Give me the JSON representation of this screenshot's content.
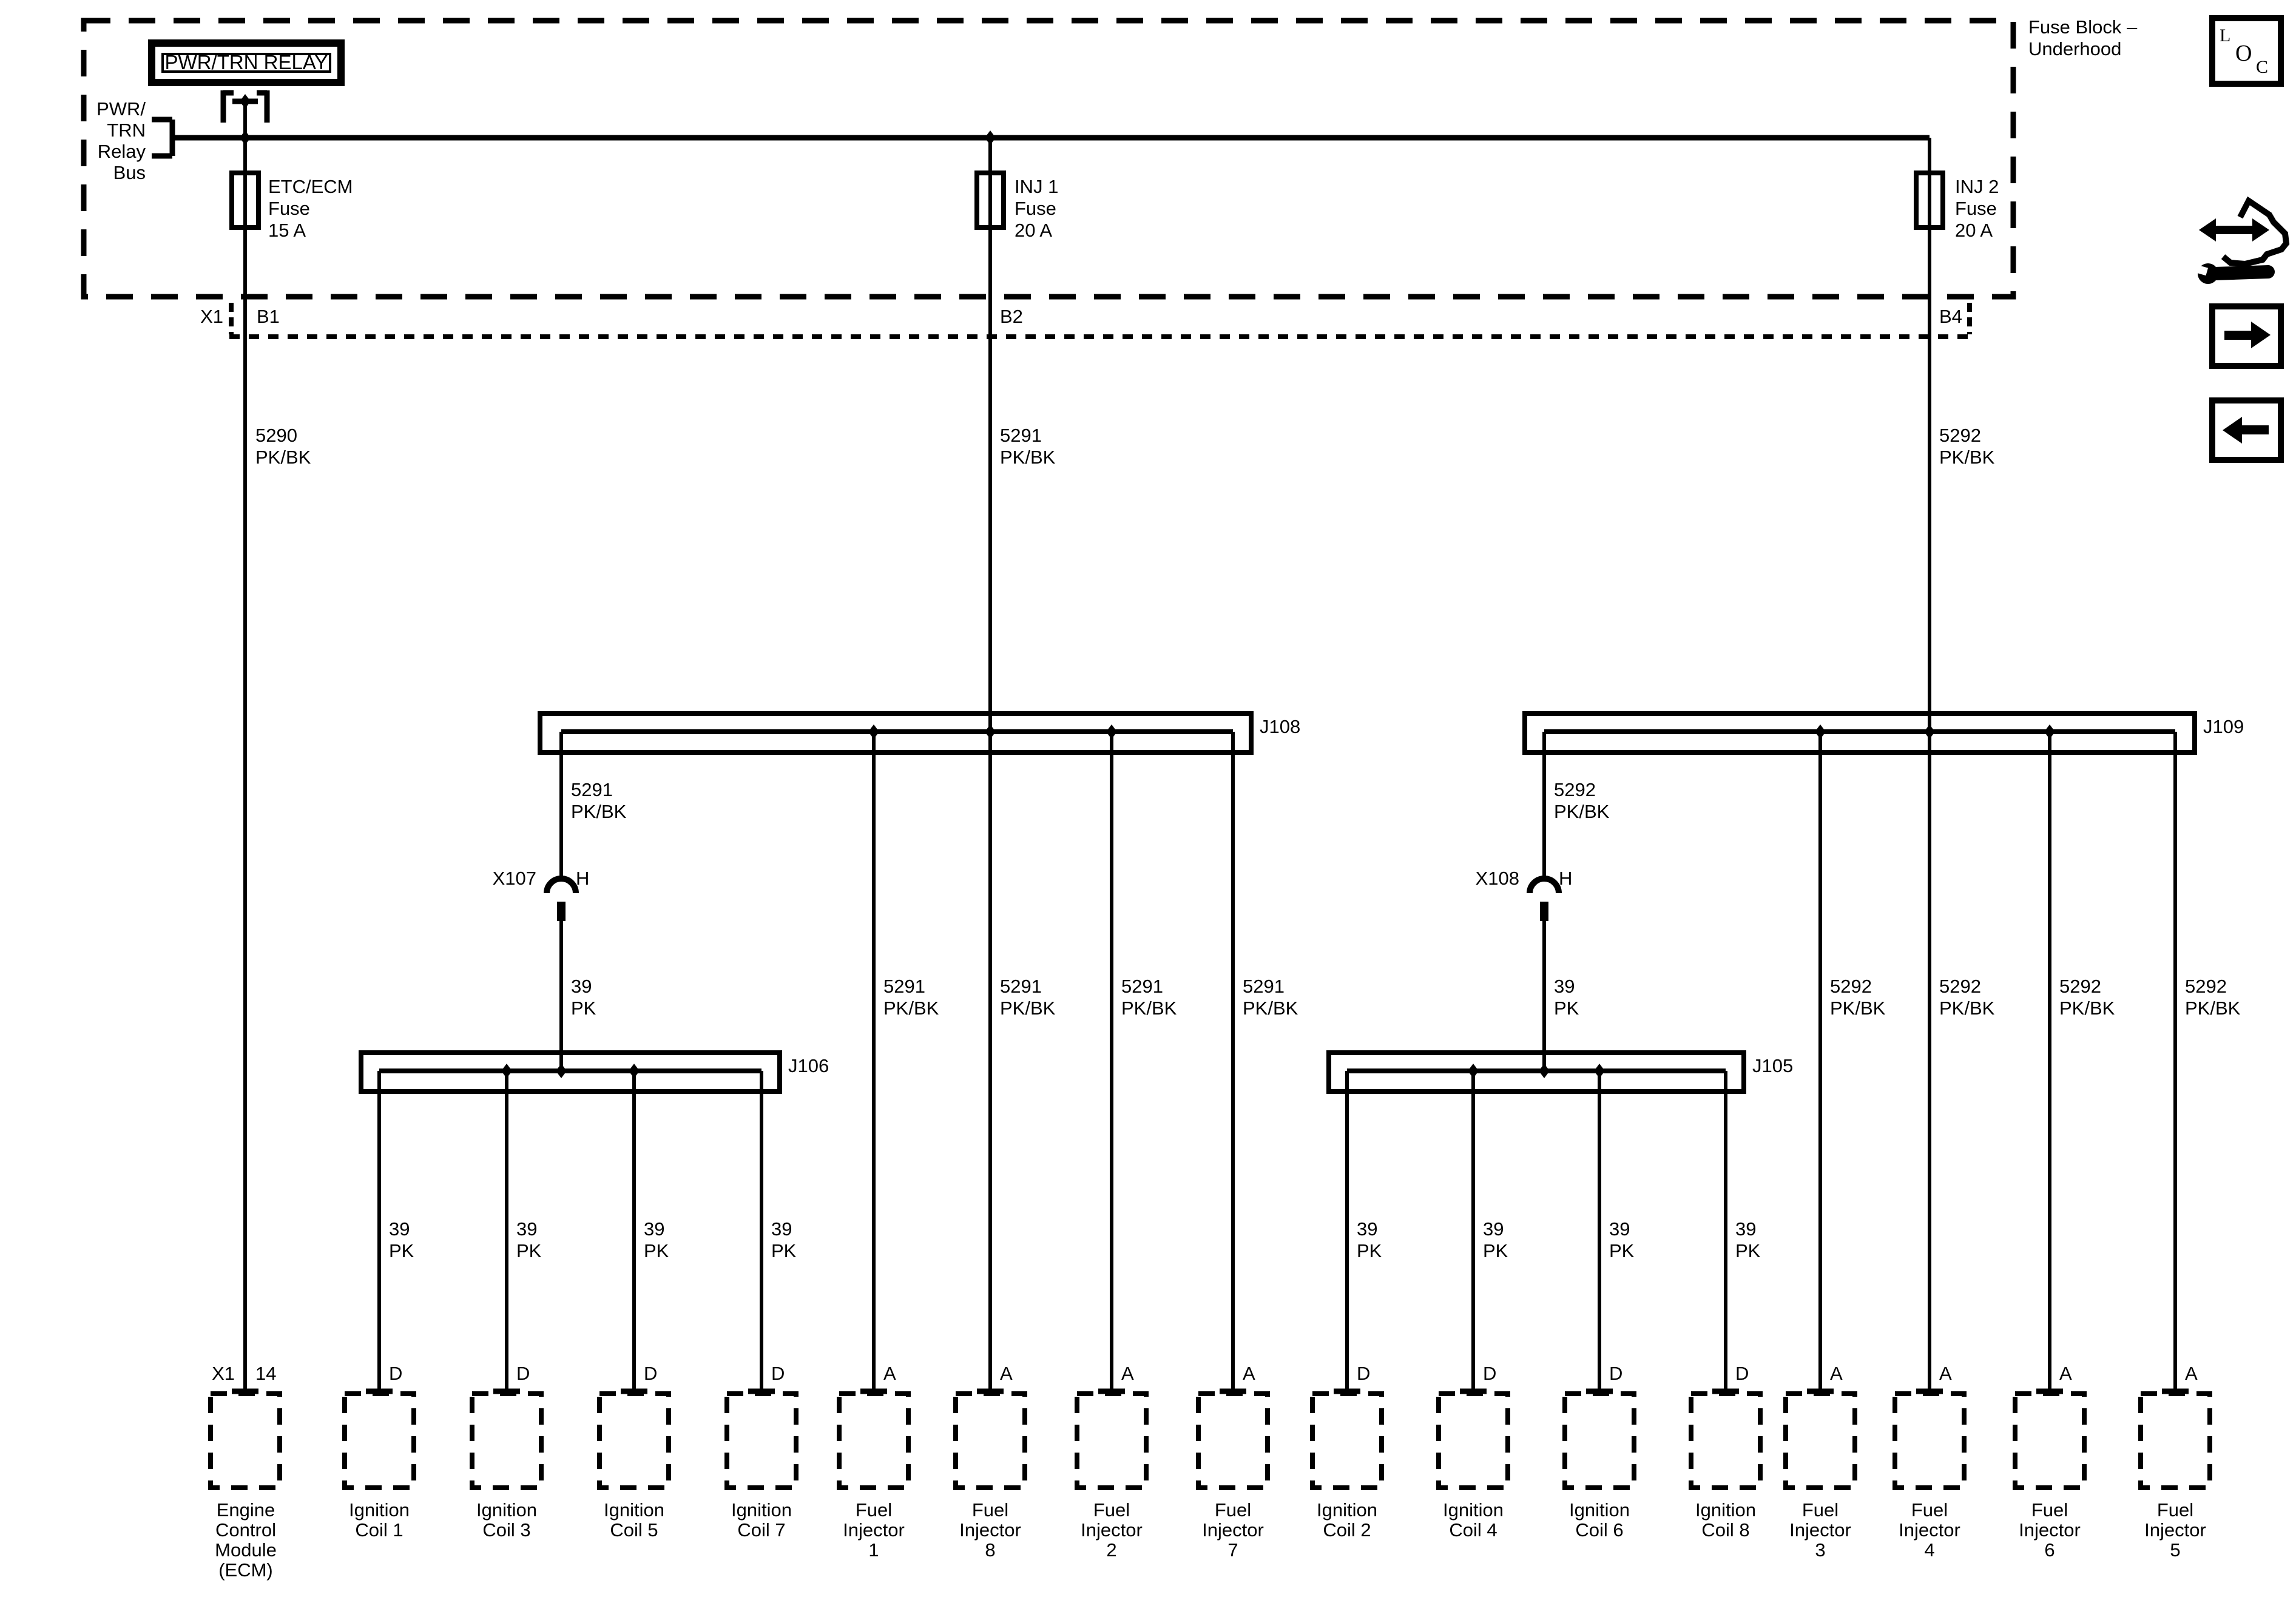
{
  "diagram": {
    "header": {
      "fuse_block_title": "Fuse Block –\nUnderhood",
      "relay_box_title": "PWR/TRN RELAY",
      "bus_callout": "PWR/\nTRN\nRelay\nBus"
    },
    "loc_icon": {
      "l": "L",
      "o": "O",
      "c": "C"
    },
    "connector_strip": {
      "x1": "X1",
      "b1": "B1",
      "b2": "B2",
      "b4": "B4"
    },
    "fuses": {
      "etc_ecm": "ETC/ECM\nFuse\n15 A",
      "inj1": "INJ 1\nFuse\n20 A",
      "inj2": "INJ 2\nFuse\n20 A"
    },
    "splice_packs": {
      "j108": "J108",
      "j109": "J109",
      "j106": "J106",
      "j105": "J105"
    },
    "inline_connectors": {
      "x107": "X107",
      "x108": "X108",
      "terminal_h": "H"
    },
    "wires": {
      "w5290": "5290\nPK/BK",
      "w5291": "5291\nPK/BK",
      "w5292": "5292\nPK/BK",
      "w39": "39\nPK"
    },
    "terminals": {
      "a": "A",
      "d": "D",
      "x1": "X1",
      "pin14": "14"
    },
    "components": {
      "ecm": "Engine\nControl\nModule\n(ECM)",
      "ign_coil_1": "Ignition\nCoil 1",
      "ign_coil_3": "Ignition\nCoil 3",
      "ign_coil_5": "Ignition\nCoil 5",
      "ign_coil_7": "Ignition\nCoil 7",
      "fuel_inj_1": "Fuel\nInjector\n1",
      "fuel_inj_8": "Fuel\nInjector\n8",
      "fuel_inj_2": "Fuel\nInjector\n2",
      "fuel_inj_7": "Fuel\nInjector\n7",
      "ign_coil_2": "Ignition\nCoil 2",
      "ign_coil_4": "Ignition\nCoil 4",
      "ign_coil_6": "Ignition\nCoil 6",
      "ign_coil_8": "Ignition\nCoil 8",
      "fuel_inj_3": "Fuel\nInjector\n3",
      "fuel_inj_4": "Fuel\nInjector\n4",
      "fuel_inj_6": "Fuel\nInjector\n6",
      "fuel_inj_5": "Fuel\nInjector\n5"
    }
  }
}
